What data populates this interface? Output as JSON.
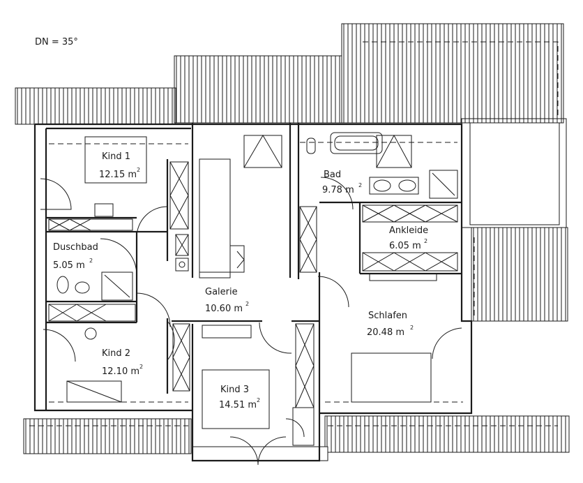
{
  "header": {
    "roof_pitch": "DN = 35°"
  },
  "rooms": [
    {
      "key": "kind1",
      "name": "Kind 1",
      "area": "12.15 m",
      "unit_sup": "2"
    },
    {
      "key": "duschbad",
      "name": "Duschbad",
      "area": "5.05 m",
      "unit_sup": "2"
    },
    {
      "key": "kind2",
      "name": "Kind 2",
      "area": "12.10 m",
      "unit_sup": "2"
    },
    {
      "key": "galerie",
      "name": "Galerie",
      "area": "10.60 m",
      "unit_sup": "2"
    },
    {
      "key": "kind3",
      "name": "Kind 3",
      "area": "14.51 m",
      "unit_sup": "2"
    },
    {
      "key": "bad",
      "name": "Bad",
      "area": "9.78 m",
      "unit_sup": "2"
    },
    {
      "key": "ankleide",
      "name": "Ankleide",
      "area": "6.05 m",
      "unit_sup": "2"
    },
    {
      "key": "schlafen",
      "name": "Schlafen",
      "area": "20.48 m",
      "unit_sup": "2"
    }
  ]
}
